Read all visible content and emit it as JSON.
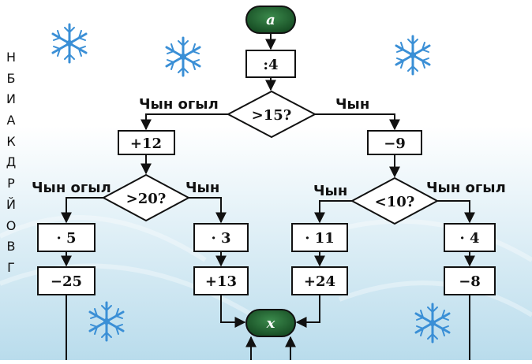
{
  "side_letters": [
    "Н",
    "Б",
    "И",
    "А",
    "К",
    "Д",
    "Р",
    "Й",
    "О",
    "В",
    "Г"
  ],
  "diagram": {
    "start": "a",
    "end": "x",
    "ops": {
      "div4": ":4",
      "plus12": "+12",
      "minus9": "−9",
      "mul5": "· 5",
      "minus25": "−25",
      "mul3": "· 3",
      "plus13": "+13",
      "mul11": "· 11",
      "plus24": "+24",
      "mul4": "· 4",
      "minus8": "−8"
    },
    "decisions": {
      "gt15": ">15?",
      "gt20": ">20?",
      "lt10": "<10?"
    },
    "branch_labels": {
      "no_top": "Чын огыл",
      "yes_top": "Чын",
      "no_left": "Чын огыл",
      "yes_left": "Чын",
      "yes_right": "Чын",
      "no_right": "Чын огыл"
    }
  },
  "colors": {
    "background_top": "#ffffff",
    "background_bottom": "#bfe0ef",
    "terminal_fill": "#1f5e30",
    "snowflake": "#3a8fd6"
  }
}
